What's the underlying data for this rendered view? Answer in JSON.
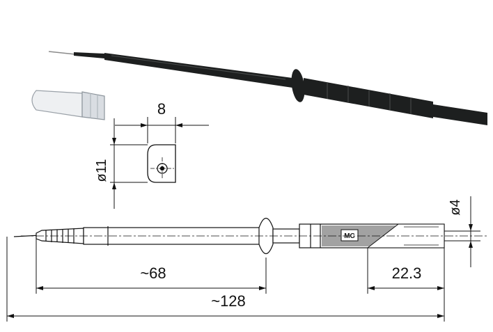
{
  "drawing": {
    "dimensions": {
      "width_8": "8",
      "dia_11": "ø11",
      "dia_4": "ø4",
      "len_68": "~68",
      "len_128": "~128",
      "len_22_3": "22.3"
    },
    "logo_text": "MC"
  },
  "colors": {
    "probe_body": "#1d1f1f",
    "probe_highlight": "#4a4d4d",
    "line": "#111111",
    "cap": "#d9dde2"
  }
}
